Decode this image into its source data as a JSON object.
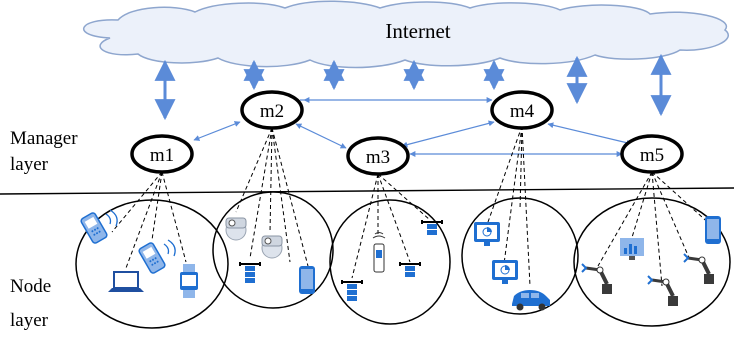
{
  "cloud": {
    "label": "Internet"
  },
  "layers": {
    "manager": "Manager\nlayer",
    "node": "Node\nlayer"
  },
  "managers": [
    {
      "id": "m1",
      "label": "m1"
    },
    {
      "id": "m2",
      "label": "m2"
    },
    {
      "id": "m3",
      "label": "m3"
    },
    {
      "id": "m4",
      "label": "m4"
    },
    {
      "id": "m5",
      "label": "m5"
    }
  ],
  "colors": {
    "arrow": "#5B8BD8",
    "cloud_fill": "#ECF1FA",
    "cloud_stroke": "#8EA6CE",
    "device_blue": "#1F6FD1",
    "device_light": "#8FB6EA",
    "robot_dark": "#3A3A3A"
  },
  "node_groups": [
    {
      "manager": "m1",
      "devices": [
        "phone-icon",
        "phone-icon",
        "laptop-icon",
        "smartwatch-icon"
      ]
    },
    {
      "manager": "m2",
      "devices": [
        "camera-icon",
        "camera-icon",
        "drone-icon",
        "smartphone-icon"
      ]
    },
    {
      "manager": "m3",
      "devices": [
        "sensor-icon",
        "drone-icon",
        "drone-icon",
        "drone-icon"
      ]
    },
    {
      "manager": "m4",
      "devices": [
        "monitor-icon",
        "monitor-icon",
        "car-icon"
      ]
    },
    {
      "manager": "m5",
      "devices": [
        "monitor-icon",
        "smartphone-icon",
        "robot-arm-icon",
        "robot-arm-icon",
        "robot-arm-icon"
      ]
    }
  ]
}
